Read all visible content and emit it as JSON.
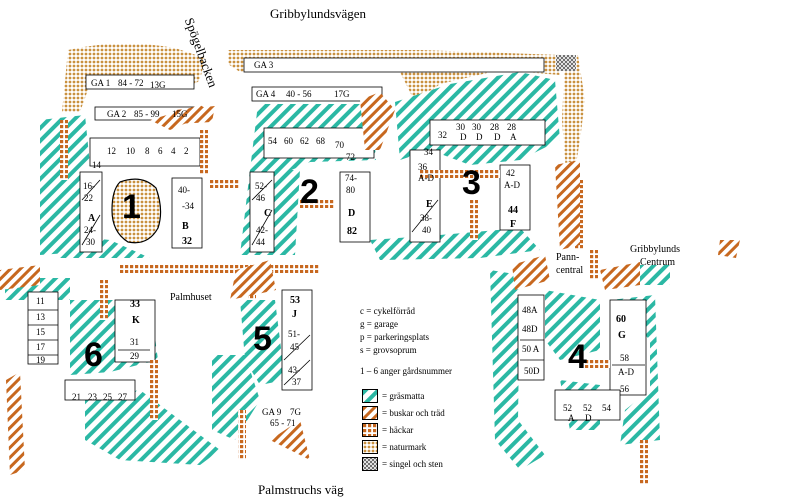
{
  "roads": {
    "north": "Gribbylundsvägen",
    "south": "Palmstruchs väg",
    "west": "Spögelbacken",
    "centrum": [
      "Gribbylunds",
      "Centrum"
    ],
    "pann": [
      "Pann-",
      "central"
    ],
    "palmhuset": "Palmhuset"
  },
  "courtyards": [
    "1",
    "2",
    "3",
    "4",
    "5",
    "6"
  ],
  "legend": {
    "abbrev": [
      "c = cykelförråd",
      "g = garage",
      "p = parkeringsplats",
      "s = grovsoprum"
    ],
    "note": "1 – 6 anger gårdsnummer",
    "items": [
      {
        "key": "grass",
        "label": "= gräsmatta"
      },
      {
        "key": "bush",
        "label": "= buskar och träd"
      },
      {
        "key": "hedge",
        "label": "= häckar"
      },
      {
        "key": "nature",
        "label": "= naturmark"
      },
      {
        "key": "gravel",
        "label": "= singel och sten"
      }
    ]
  },
  "colors": {
    "grass": "#2bb8a4",
    "bush": "#c7681f",
    "nature": "#c9913f",
    "dark": "#000000"
  },
  "labels": {
    "ga1": "GA 1",
    "ga1n": "84 - 72",
    "ga1g": "13G",
    "ga2": "GA 2",
    "ga2n": "85 - 99",
    "ga2g": "15G",
    "ga3": "GA 3",
    "ga4": "GA 4",
    "ga4n": "40 - 56",
    "ga4g": "17G",
    "ga9": "GA 9",
    "ga9g": "7G",
    "ga9n": "65 - 71",
    "h14": "14",
    "h12": "12",
    "h10": "10",
    "h8": "8",
    "h6": "6",
    "h4": "4",
    "h2": "2",
    "h16": "16-",
    "h22": "22",
    "hA1": "A",
    "h24": "24-",
    "h30": "30",
    "h40": "40-",
    "h34": "-34",
    "hB": "B",
    "h32": "32",
    "h54": "54",
    "h60": "60",
    "h62": "62",
    "h68": "68",
    "h70": "70",
    "h72": "72",
    "h52": "52-",
    "h46": "46",
    "hC": "C",
    "h42": "42-",
    "h44": "44",
    "h74": "74-",
    "h80": "80",
    "hD": "D",
    "h82": "82",
    "h30d": "30",
    "hD1": "D",
    "h30e": "30",
    "hD2": "D",
    "h28": "28",
    "hD3": "D",
    "h28a": "28",
    "hA2": "A",
    "h32b": "32",
    "h34b": "34",
    "h36": "36",
    "hAD": "A-D",
    "hE": "E",
    "h38": "38-",
    "h40b": "40",
    "h42b": "42",
    "hAD2": "A-D",
    "h44b": "44",
    "hF": "F",
    "h11": "11",
    "h13": "13",
    "h15": "15",
    "h17": "17",
    "h19": "19",
    "h33": "33",
    "hK": "K",
    "h31": "31",
    "h29": "29",
    "h21": "21",
    "h23": "23",
    "h25": "25",
    "h27": "27",
    "h53": "53",
    "hJ": "J",
    "h51": "51-",
    "h45": "45",
    "h43": "43-",
    "h37": "37",
    "h48A": "48A",
    "h48D": "48D",
    "h50A": "50 A",
    "h50D": "50D",
    "h60b": "60",
    "hG": "G",
    "h58": "58",
    "hAD3": "A-D",
    "h56": "56",
    "h52b": "52",
    "hA3": "A",
    "h52c": "52",
    "hD4": "D",
    "h54b": "54"
  }
}
